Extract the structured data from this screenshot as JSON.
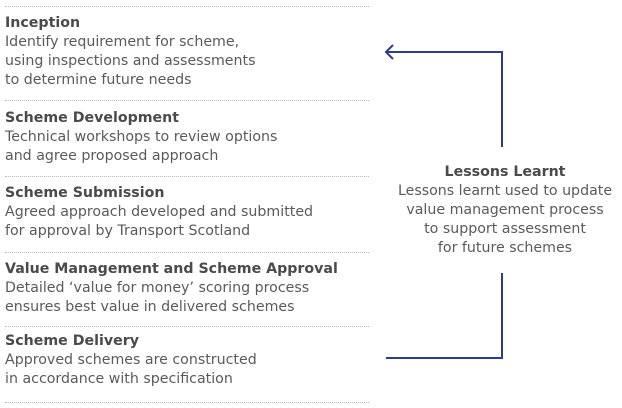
{
  "stages": [
    {
      "title": "Inception",
      "lines": [
        "Identify requirement for scheme,",
        "using inspections and assessments",
        "to determine future needs"
      ]
    },
    {
      "title": "Scheme Development",
      "lines": [
        "Technical workshops to review options",
        "and agree proposed approach"
      ]
    },
    {
      "title": "Scheme Submission",
      "lines": [
        "Agreed approach developed and submitted",
        "for approval by Transport Scotland"
      ]
    },
    {
      "title": "Value Management and Scheme Approval",
      "lines": [
        "Detailed ‘value for money’ scoring process",
        "ensures best value in delivered schemes"
      ]
    },
    {
      "title": "Scheme Delivery",
      "lines": [
        "Approved schemes are constructed",
        "in accordance with specification"
      ]
    }
  ],
  "lessons": {
    "title": "Lessons Learnt",
    "lines": [
      "Lessons learnt used to update",
      "value management process",
      "to support assessment",
      "for future schemes"
    ]
  },
  "colors": {
    "arrow": "#2e3a8c",
    "separator": "#b8b8b8"
  }
}
